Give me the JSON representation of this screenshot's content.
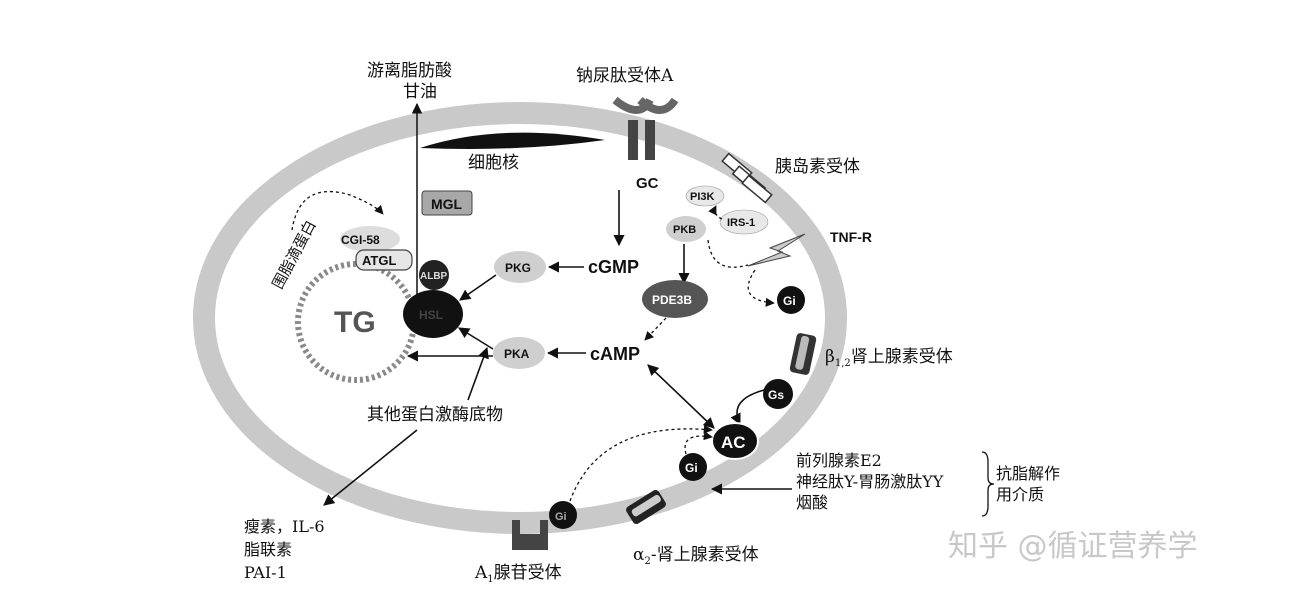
{
  "labels": {
    "ffa": "游离脂肪酸",
    "glycerol": "甘油",
    "nucleus": "细胞核",
    "npr": "钠尿肽受体A",
    "insulin_receptor": "胰岛素受体",
    "perilipin": "围脂滴蛋白",
    "other_substrates": "其他蛋白激酶底物",
    "beta_receptor_prefix": "β",
    "beta_receptor_sub": "1,2",
    "beta_receptor_text": "肾上腺素受体",
    "alpha_receptor_prefix": "α",
    "alpha_receptor_sub": "2",
    "alpha_receptor_text": "-肾上腺素受体",
    "a1_prefix": "A",
    "a1_sub": "1",
    "a1_text": "腺苷受体",
    "agents_line1": "前列腺素E2",
    "agents_line2": "神经肽Y-胃肠激肽YY",
    "agents_line3": "烟酸",
    "anti_lipolysis_line1": "抗脂解作",
    "anti_lipolysis_line2": "用介质",
    "leptin_line1": "瘦素，IL-6",
    "leptin_line2": "脂联素",
    "leptin_line3": "PAI-1",
    "watermark": "知乎 @循证营养学"
  },
  "nodes": {
    "mgl": "MGL",
    "gc": "GC",
    "cgmp": "cGMP",
    "camp": "cAMP",
    "pkg": "PKG",
    "pka": "PKA",
    "pkb": "PKB",
    "pi3k": "PI3K",
    "irs1": "IRS-1",
    "tnfr": "TNF-R",
    "pde3b": "PDE3B",
    "tg": "TG",
    "albp": "ALBP",
    "hsl": "HSL",
    "cgi58": "CGI-58",
    "atgl": "ATGL",
    "gi_top": "Gi",
    "gs": "Gs",
    "ac": "AC",
    "gi_mid": "Gi",
    "gi_bottom": "Gi"
  }
}
